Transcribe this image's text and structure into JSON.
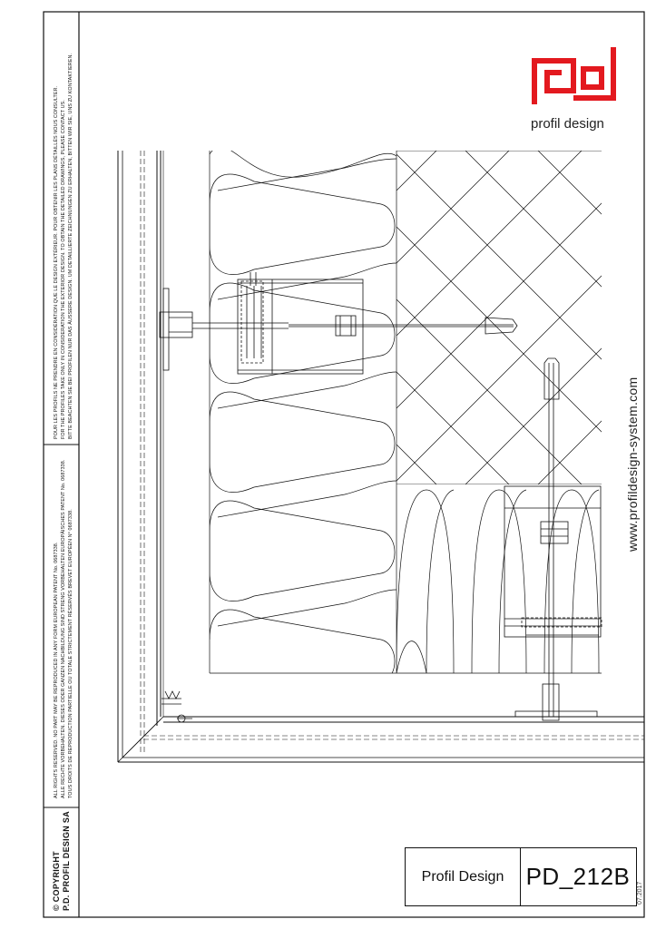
{
  "brand": {
    "name": "profil design",
    "logo_color": "#e3191f",
    "website": "www.profildesign-system.com"
  },
  "copyright": {
    "line1": "© COPYRIGHT",
    "line2": "P.D. PROFIL DESIGN SA"
  },
  "notices": {
    "rights_1": "ALL RIGHTS RESERVED. NO PART MAY BE REPRODUCED IN ANY FORM EUROPEAN PATENT No. 0687338.",
    "rights_2": "ALLE RECHTE VORBEHALTEN. DIESES ODER GANZEN NACHBILDUNG SIND STRENG VORBEHALTEN EUROPÄISCHES PATENT No. 0687338.",
    "rights_3": "TOUS DROITS DE REPRODUCTION PARTIELLE OU TOTALE STRICTEMENT RÉSERVÉS BREVET EUROPÉEN N° 0687338.",
    "design_fr": "POUR LES PROFILS NE PRENDRE EN CONSIDÉRATION QUE LE DESIGN EXTÉRIEUR. POUR OBTENIR LES PLANS DÉTAILLÉS NOUS CONSULTER.",
    "design_en": "FOR THE PROFILES TAKE ONLY IN CONSIDERATION THE EXTERIOR DESIGN. TO OBTAIN THE DETAILED DRAWINGS, PLEASE CONTACT US.",
    "design_de": "BITTE BEACHTEN SIE BEI PROFILEN NUR DAS ÄUSSERE DESIGN. UM DETAILLIERTE ZEICHNUNGEN ZU ERHALTEN, BITTEN WIR SIE, UNS ZU KONTAKTIEREN."
  },
  "title_block": {
    "company": "Profil Design",
    "drawing_code": "PD_212B",
    "date": "07.2017"
  }
}
